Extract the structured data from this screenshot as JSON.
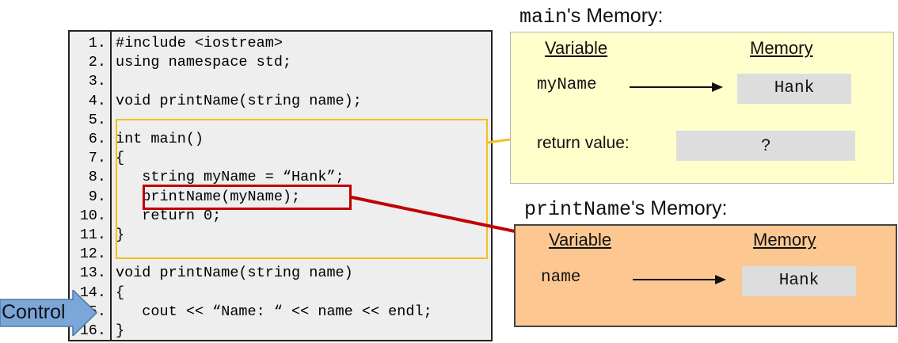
{
  "code": {
    "lines": [
      {
        "num": "1.",
        "text": "#include <iostream>"
      },
      {
        "num": "2.",
        "text": "using namespace std;"
      },
      {
        "num": "3.",
        "text": ""
      },
      {
        "num": "4.",
        "text": "void printName(string name);"
      },
      {
        "num": "5.",
        "text": ""
      },
      {
        "num": "6.",
        "text": "int main()"
      },
      {
        "num": "7.",
        "text": "{"
      },
      {
        "num": "8.",
        "text": "   string myName = “Hank”;"
      },
      {
        "num": "9.",
        "text": "   printName(myName);"
      },
      {
        "num": "10.",
        "text": "   return 0;"
      },
      {
        "num": "11.",
        "text": "}"
      },
      {
        "num": "12.",
        "text": ""
      },
      {
        "num": "13.",
        "text": "void printName(string name)"
      },
      {
        "num": "14.",
        "text": "{"
      },
      {
        "num": "15.",
        "text": "   cout << “Name: “ << name << endl;"
      },
      {
        "num": "16.",
        "text": "}"
      }
    ]
  },
  "main_memory": {
    "title_fn": "main",
    "title_rest": "'s Memory:",
    "header_variable": "Variable",
    "header_memory": "Memory",
    "rows": [
      {
        "variable": "myName",
        "value": "Hank"
      },
      {
        "variable": "return value:",
        "value": "?"
      }
    ]
  },
  "printname_memory": {
    "title_fn": "printName",
    "title_rest": "'s Memory:",
    "header_variable": "Variable",
    "header_memory": "Memory",
    "rows": [
      {
        "variable": "name",
        "value": "Hank"
      }
    ]
  },
  "control": {
    "label": "Control"
  },
  "colors": {
    "main_highlight": "#f2c21c",
    "call_highlight": "#c00000",
    "main_memory_bg": "#ffffcc",
    "printname_memory_bg": "#fcc791",
    "control_arrow": "#7aa6d8"
  }
}
